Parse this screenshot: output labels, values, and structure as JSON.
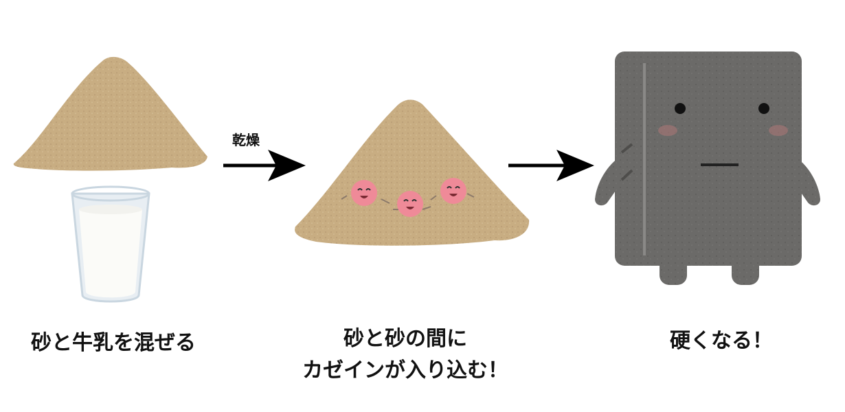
{
  "steps": [
    {
      "caption": "砂と牛乳を混ぜる"
    },
    {
      "caption_line1": "砂と砂の間に",
      "caption_line2": "カゼインが入り込む！"
    },
    {
      "caption": "硬くなる！"
    }
  ],
  "arrow_label": "乾燥",
  "colors": {
    "sand": "#c8ad82",
    "casein": "#ef8a98",
    "stone": "#6b6a68",
    "arrow": "#000000"
  }
}
